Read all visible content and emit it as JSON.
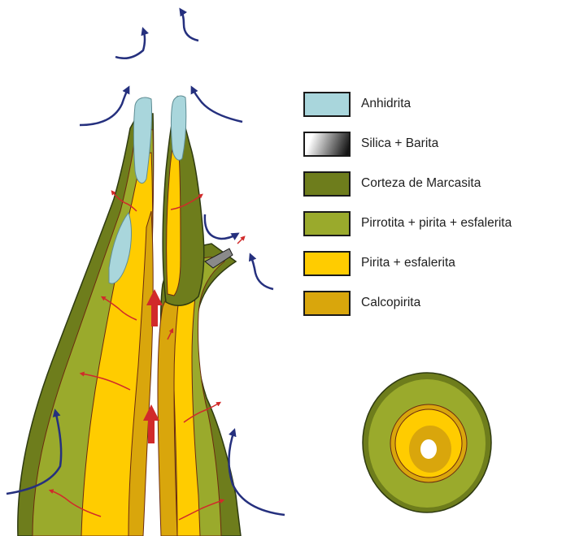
{
  "legend": {
    "items": [
      {
        "label": "Anhidrita",
        "color": "#a9d6dc"
      },
      {
        "label": "Silica + Barita",
        "gradient": [
          "#ffffff",
          "#141414"
        ]
      },
      {
        "label": "Corteza de Marcasita",
        "color": "#6e7d1c"
      },
      {
        "label": "Pirrotita + pirita + esfalerita",
        "color": "#9aaa2c"
      },
      {
        "label": "Pirita + esfalerita",
        "color": "#ffcc00"
      },
      {
        "label": "Calcopirita",
        "color": "#d9a60c"
      }
    ]
  },
  "colors": {
    "anhydrite": "#a9d6dc",
    "marcasite_crust": "#6e7d1c",
    "pyrrhotite": "#9aaa2c",
    "pyrite": "#ffcc00",
    "chalcopyrite": "#d9a60c",
    "fluid_arrow": "#d12a2a",
    "seawater_arrow": "#25307e",
    "outline": "#2e3a10"
  },
  "icons": {
    "seawater": "curved-arrow-icon",
    "fluid": "up-arrow-icon"
  }
}
